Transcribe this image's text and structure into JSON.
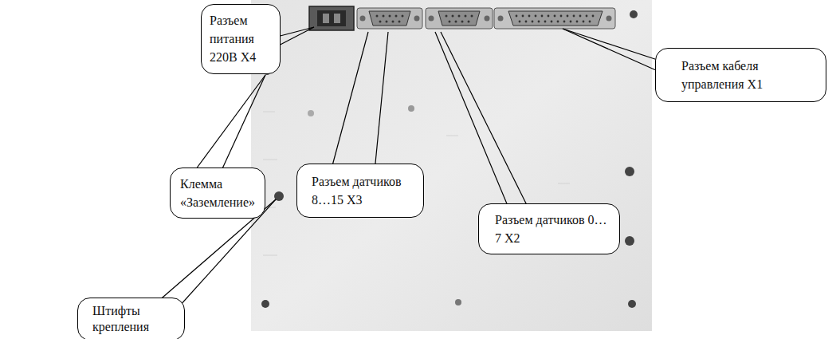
{
  "diagram": {
    "nodes": [
      {
        "text": [
          "Разъем питания 220В X4"
        ]
      },
      {
        "text": [
          "Разъем кабеля управления X1"
        ]
      },
      {
        "text": [
          "Клемма «Заземление»"
        ]
      },
      {
        "text": [
          "Разъем датчиков 8…15 X3"
        ]
      },
      {
        "text": [
          "Разъем датчиков 0…7 X2"
        ]
      },
      {
        "text": [
          "Штифты крепления"
        ]
      }
    ]
  }
}
